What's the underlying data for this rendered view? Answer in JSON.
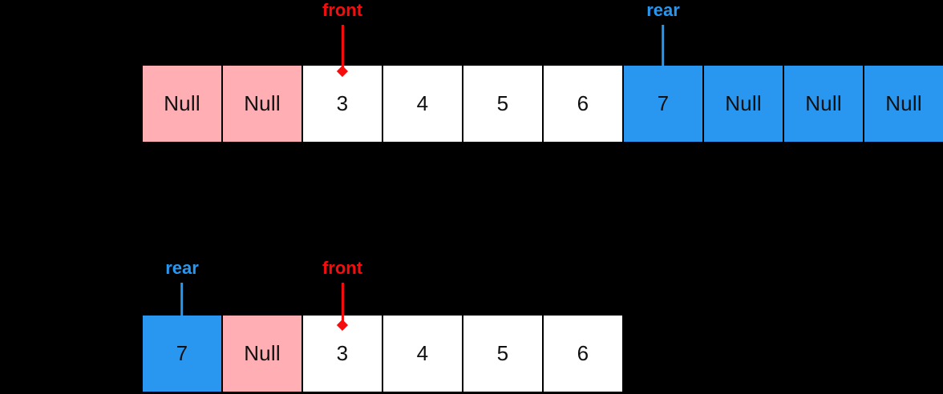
{
  "colors": {
    "background": "#000000",
    "cell_white": "#ffffff",
    "cell_pink": "#ffaeb3",
    "cell_blue": "#2997f0",
    "pointer_red": "#f60c0c",
    "pointer_blue": "#2997f0",
    "cell_text": "#101010",
    "cell_border": "#000000"
  },
  "rows": [
    {
      "name": "queue-array-top",
      "cells": [
        {
          "value": "Null",
          "color": "pink"
        },
        {
          "value": "Null",
          "color": "pink"
        },
        {
          "value": "3",
          "color": "white"
        },
        {
          "value": "4",
          "color": "white"
        },
        {
          "value": "5",
          "color": "white"
        },
        {
          "value": "6",
          "color": "white"
        },
        {
          "value": "7",
          "color": "blue"
        },
        {
          "value": "Null",
          "color": "blue"
        },
        {
          "value": "Null",
          "color": "blue"
        },
        {
          "value": "Null",
          "color": "blue"
        }
      ],
      "pointers": [
        {
          "label": "front",
          "color": "red",
          "cell_index": 2,
          "marker": "diamond"
        },
        {
          "label": "rear",
          "color": "blue",
          "cell_index": 6,
          "marker": "none"
        }
      ]
    },
    {
      "name": "queue-array-bottom",
      "cells": [
        {
          "value": "7",
          "color": "blue"
        },
        {
          "value": "Null",
          "color": "pink"
        },
        {
          "value": "3",
          "color": "white"
        },
        {
          "value": "4",
          "color": "white"
        },
        {
          "value": "5",
          "color": "white"
        },
        {
          "value": "6",
          "color": "white"
        }
      ],
      "pointers": [
        {
          "label": "rear",
          "color": "blue",
          "cell_index": 0,
          "marker": "none"
        },
        {
          "label": "front",
          "color": "red",
          "cell_index": 2,
          "marker": "diamond"
        }
      ]
    }
  ]
}
